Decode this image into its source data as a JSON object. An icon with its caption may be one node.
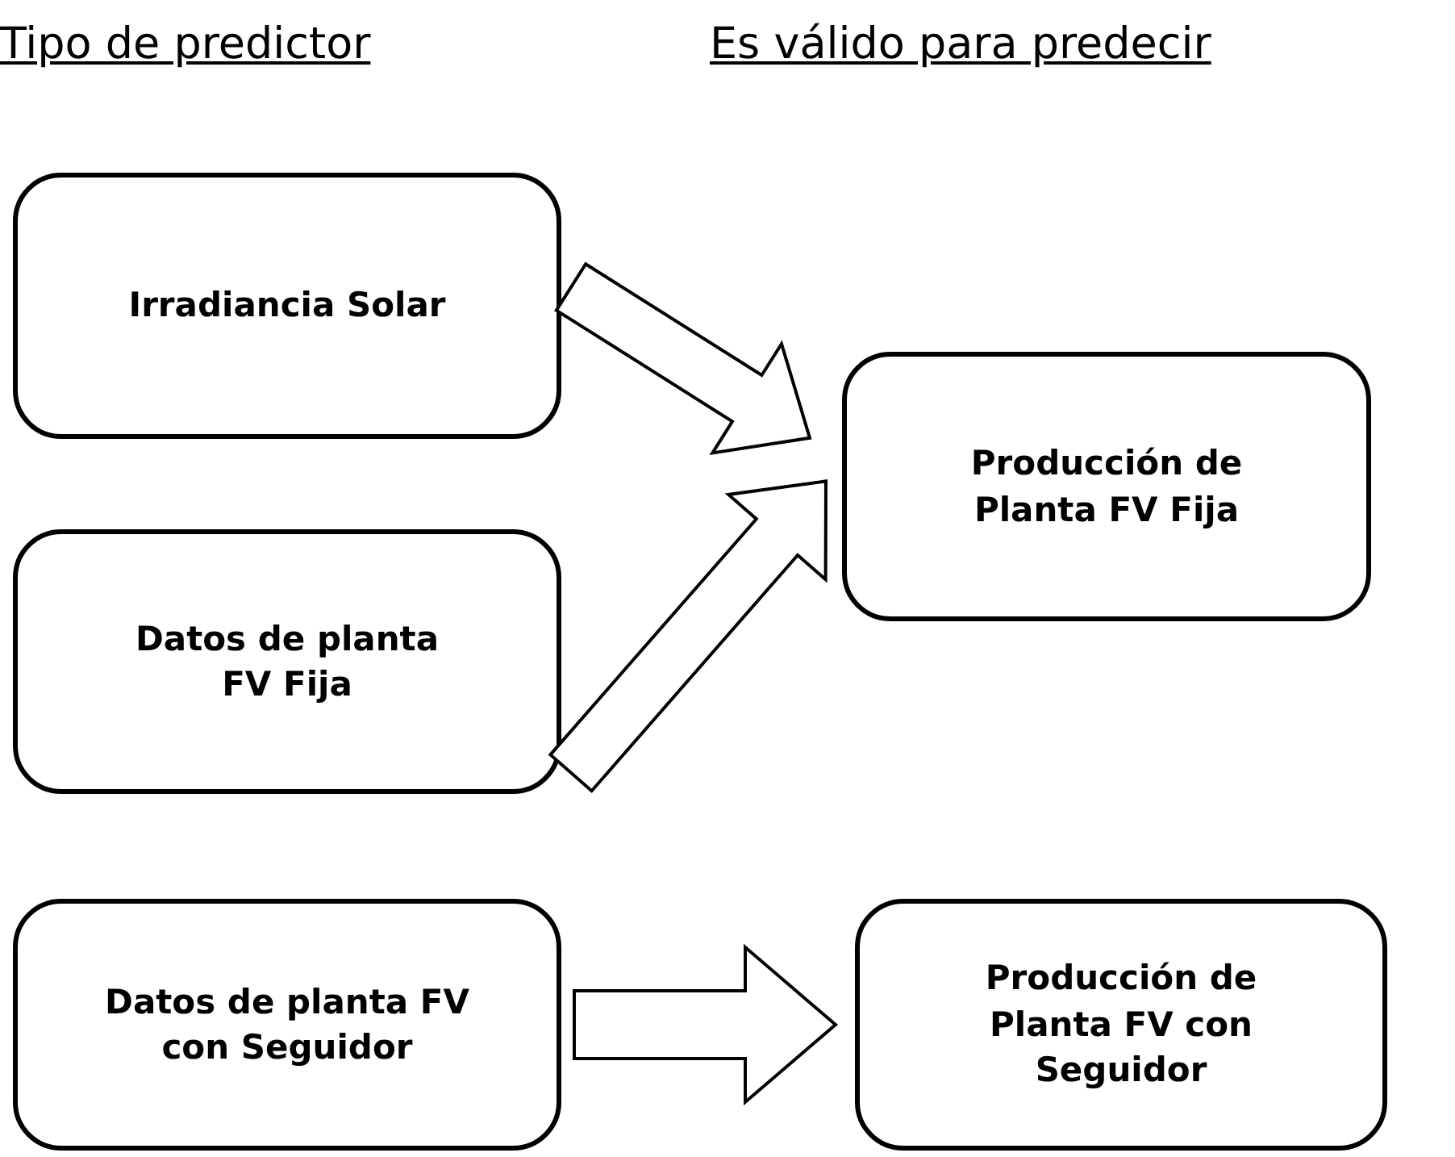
{
  "diagram": {
    "nodes": [
      {
        "text": [
          "Irradiancia Solar"
        ]
      },
      {
        "text": [
          "Producción de Planta FV Fija"
        ]
      },
      {
        "text": [
          "Datos de planta FV Fija"
        ]
      },
      {
        "text": [
          "Datos de planta FV con Seguidor"
        ]
      },
      {
        "text": [
          "Producción de Planta FV con Seguidor"
        ]
      }
    ],
    "edges": [
      {
        "from": 0,
        "to": 1,
        "arrow": "to"
      },
      {
        "from": 2,
        "to": 1,
        "arrow": "to"
      },
      {
        "from": 3,
        "to": 4,
        "arrow": "to"
      }
    ],
    "labels": [
      "Tipo de predictor",
      "Es válido para predecir"
    ]
  }
}
